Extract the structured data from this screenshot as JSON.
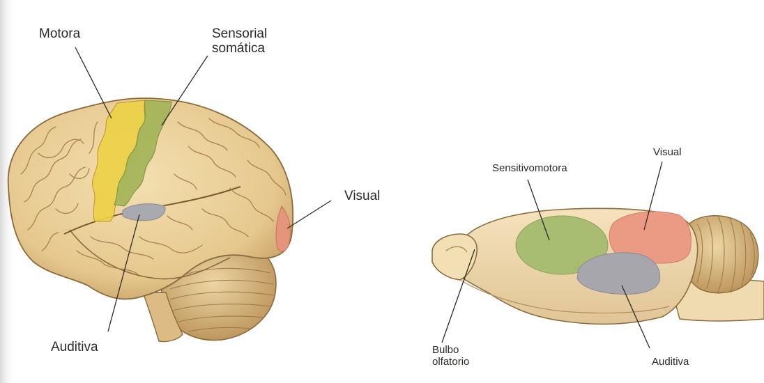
{
  "human_brain": {
    "labels": {
      "motor": "Motora",
      "somatosensory_line1": "Sensorial",
      "somatosensory_line2": "somática",
      "visual": "Visual",
      "auditory": "Auditiva"
    }
  },
  "rat_brain": {
    "labels": {
      "sensorimotor": "Sensitivomotora",
      "visual": "Visual",
      "olfactory_line1": "Bulbo",
      "olfactory_line2": "olfatorio",
      "auditory": "Auditiva"
    }
  },
  "colors": {
    "motor_area": "#ecd046",
    "somatosensory_area": "#a4b55a",
    "visual_area": "#e5957c",
    "auditory_area": "#a9a9b0",
    "sensorimotor_area": "#a9bd72",
    "rat_visual_area": "#eb9a83",
    "rat_auditory_area": "#a7a6ad",
    "brain_tissue": "#ecd3a0",
    "outline": "#8a6a3c"
  }
}
